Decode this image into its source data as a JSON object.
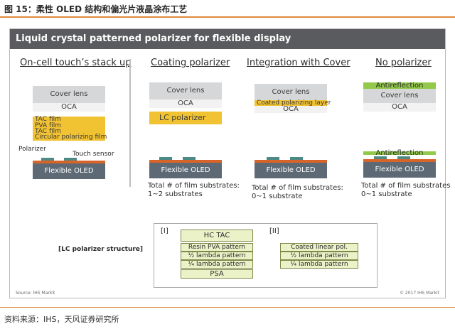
{
  "page": {
    "figure_title": "图 15：柔性 OLED 结构和偏光片液晶涂布工艺",
    "source_note": "资料来源：IHS，天风证券研究所"
  },
  "figure": {
    "banner": "Liquid crystal patterned polarizer for flexible display",
    "columns": {
      "oncell": {
        "title": "On-cell touch’s stack up",
        "cover_lens": "Cover lens",
        "oca": "OCA",
        "films": [
          "TAC film",
          "PVA film",
          "TAC film",
          "Circular polarizing film"
        ],
        "polarizer_label": "Polarizer",
        "touch_sensor_label": "Touch sensor",
        "flexible_oled": "Flexible OLED"
      },
      "coating": {
        "title": "Coating polarizer",
        "cover_lens": "Cover lens",
        "oca": "OCA",
        "lc_polarizer": "LC polarizer",
        "flexible_oled": "Flexible OLED",
        "substrates_line1": "Total # of film substrates:",
        "substrates_line2": "1~2 substrates"
      },
      "integration": {
        "title": "Integration with Cover",
        "cover_lens": "Cover lens",
        "coated_layer": "Coated polarizing layer",
        "oca": "OCA",
        "flexible_oled": "Flexible OLED",
        "substrates_line1": "Total # of film substrates:",
        "substrates_line2": "0~1 substrate"
      },
      "nopol": {
        "title": "No polarizer",
        "antireflection_top": "Antireflection",
        "cover_lens": "Cover lens",
        "oca": "OCA",
        "antireflection_bottom": "Antireflection",
        "flexible_oled": "Flexible OLED",
        "substrates_line1": "Total # of film substrates",
        "substrates_line2": "0~1 substrate"
      }
    },
    "lc_structure": {
      "title": "[LC polarizer structure]",
      "type1_label": "[I]",
      "type1_layers": [
        "HC TAC",
        "Resin PVA pattern",
        "½ lambda pattern",
        "¼ lambda pattern",
        "PSA"
      ],
      "type2_label": "[II]",
      "type2_layers": [
        "Coated linear pol.",
        "½ lambda pattern",
        "¼ lambda pattern"
      ]
    },
    "source_left": "Source: IHS Markit",
    "copyright_right": "© 2017 IHS Markit"
  },
  "colors": {
    "title_rule": "#e08a3c",
    "banner_bg": "#5a5b5e",
    "polarizer_yellow": "#f1c232",
    "antireflection_green": "#92c94b",
    "oled_gray": "#5d6a75",
    "touch_orange": "#d9642a",
    "sensor_teal": "#4d8a86",
    "lc_layer_fill": "#ecf2c8"
  }
}
